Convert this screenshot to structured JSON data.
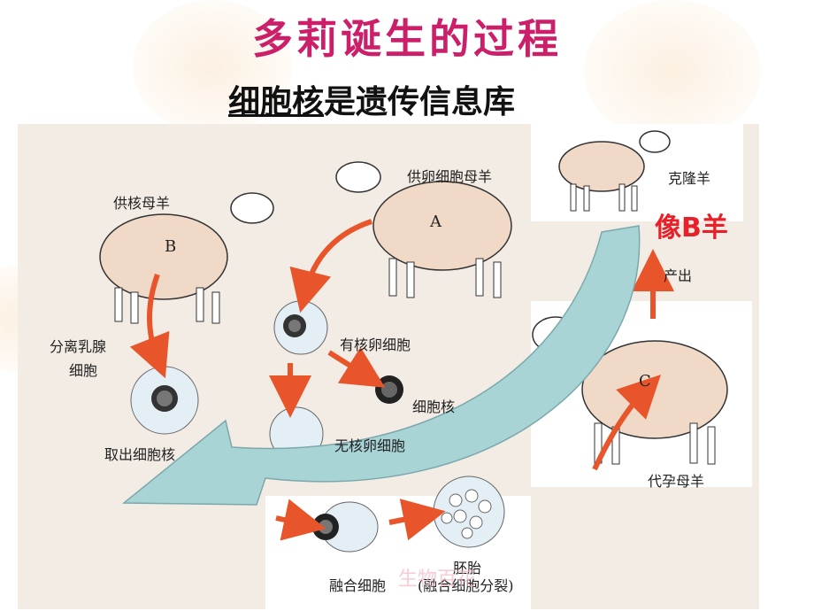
{
  "slide": {
    "title": "多莉诞生的过程",
    "subtitle_underlined": "细胞核",
    "subtitle_rest": "是遗传信息库"
  },
  "diagram": {
    "labels": {
      "nucleus_donor": "供核母羊",
      "sheep_b": "B",
      "egg_donor": "供卵细胞母羊",
      "sheep_a": "A",
      "clone": "克隆羊",
      "like_b": "像B羊",
      "born": "产出",
      "surrogate_letter": "C",
      "surrogate": "代孕母羊",
      "separate_cells_1": "分离乳腺",
      "separate_cells_2": "细胞",
      "nucleated_egg": "有核卵细胞",
      "nucleus": "细胞核",
      "take_nucleus": "取出细胞核",
      "enucleated_egg": "无核卵细胞",
      "fused_cell": "融合细胞",
      "embryo": "胚胎",
      "fused_division": "(融合细胞分裂)",
      "watermark": "生物百花"
    },
    "colors": {
      "title": "#cc1f6a",
      "big_arrow": "#a9d4d6",
      "red_arrow": "#e8552a",
      "like_b": "#e8202a"
    }
  }
}
